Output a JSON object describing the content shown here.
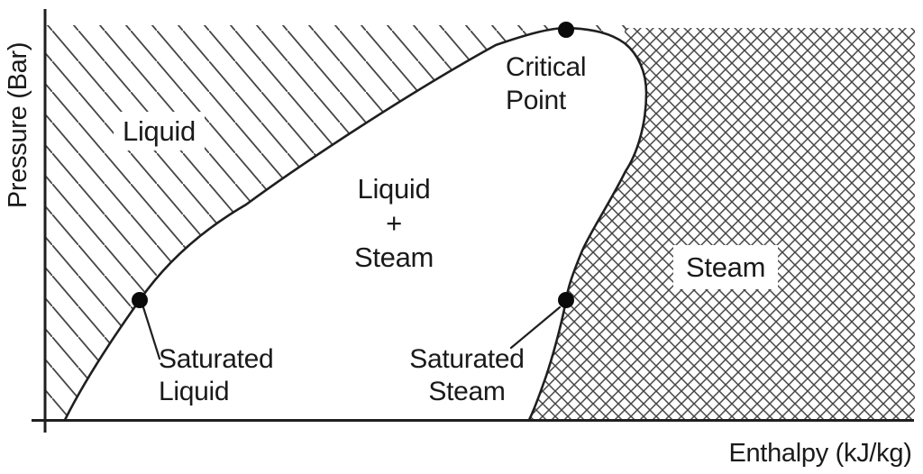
{
  "axes": {
    "y_label": "Pressure (Bar)",
    "x_label": "Enthalpy (kJ/kg)"
  },
  "labels": {
    "liquid": "Liquid",
    "steam": "Steam",
    "two_phase": {
      "line1": "Liquid",
      "line2": "+",
      "line3": "Steam"
    },
    "critical_point": {
      "line1": "Critical",
      "line2": "Point"
    },
    "saturated_liquid": {
      "line1": "Saturated",
      "line2": "Liquid"
    },
    "saturated_steam": {
      "line1": "Saturated",
      "line2": "Steam"
    }
  },
  "colors": {
    "ink": "#1f1f1f",
    "hatch": "#454545",
    "dot": "#0a0a0a",
    "background": "#ffffff"
  }
}
